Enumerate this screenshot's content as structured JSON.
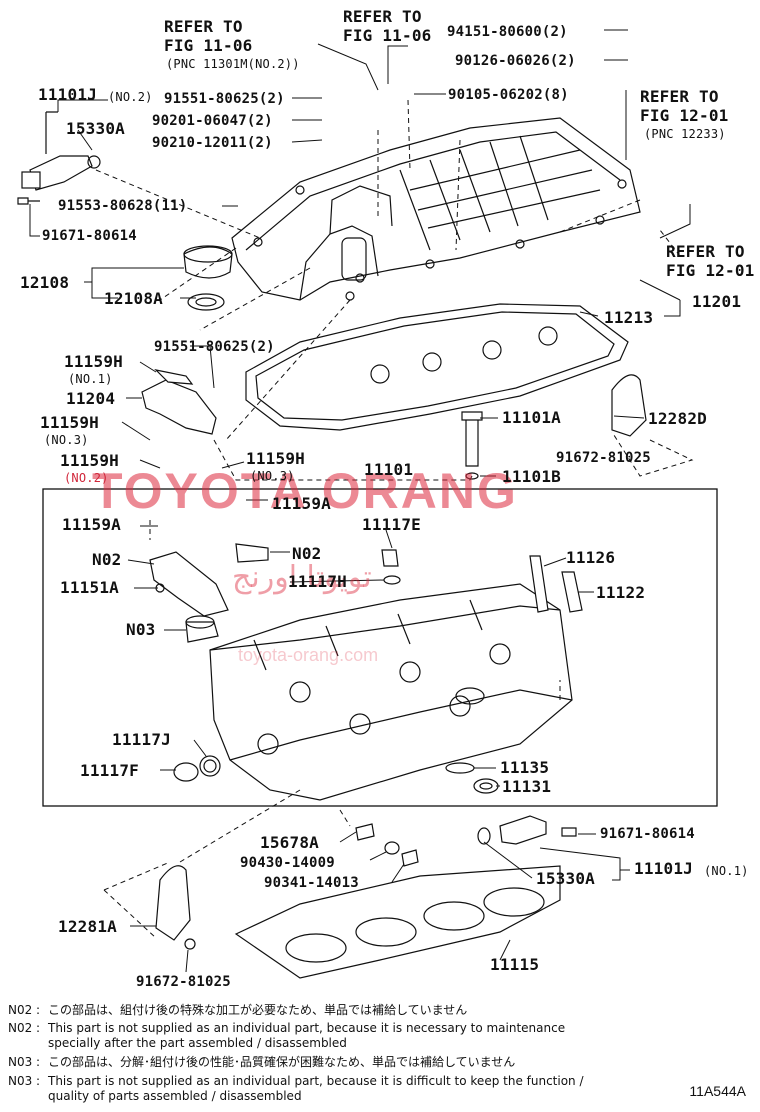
{
  "diagram_code": "11A544A",
  "watermark": {
    "text": "TOYOTA ORANG",
    "arabic": "تويوتا اورنج",
    "url": "toyota-orang.com"
  },
  "labels": {
    "refer_1101_a": "REFER TO",
    "refer_1101_b": "FIG 11-06",
    "refer_1101_c": "(PNC 11301M(NO.2))",
    "refer_1106_a": "REFER TO",
    "refer_1106_b": "FIG 11-06",
    "p94151": "94151-80600(2)",
    "p90126": "90126-06026(2)",
    "p11101j_no2": "11101J",
    "p11101j_no2_sub": "(NO.2)",
    "p15330a_top": "15330A",
    "p91551_top": "91551-80625(2)",
    "p90201": "90201-06047(2)",
    "p90210": "90210-12011(2)",
    "p90105": "90105-06202(8)",
    "refer_1201_a": "REFER TO",
    "refer_1201_b": "FIG 12-01",
    "refer_1201_c": "(PNC 12233)",
    "p91553": "91553-80628(11)",
    "p91671_top": "91671-80614",
    "refer_1201b_a": "REFER TO",
    "refer_1201b_b": "FIG 12-01",
    "p12108": "12108",
    "p12108a": "12108A",
    "p11201": "11201",
    "p11213": "11213",
    "p91551_mid": "91551-80625(2)",
    "p11159h_no1": "11159H",
    "p11159h_no1_sub": "(NO.1)",
    "p11204": "11204",
    "p11159h_no3a": "11159H",
    "p11159h_no3a_sub": "(NO.3)",
    "p11159h_no2": "11159H",
    "p11159h_no2_sub": "(NO.2)",
    "p11159h_no3b": "11159H",
    "p11159h_no3b_sub": "(NO.3)",
    "p11101a": "11101A",
    "p12282d": "12282D",
    "p91672_top": "91672-81025",
    "p11101": "11101",
    "p11101b": "11101B",
    "p11159a_right": "11159A",
    "p11159a_left": "11159A",
    "p11117e": "11117E",
    "p_no2_left": "N02",
    "p_no2_right": "N02",
    "p11126": "11126",
    "p11151a": "11151A",
    "p11117h": "11117H",
    "p11122": "11122",
    "p_no3": "N03",
    "p11117j": "11117J",
    "p11117f": "11117F",
    "p11135": "11135",
    "p11131": "11131",
    "p15678a": "15678A",
    "p91671_bot": "91671-80614",
    "p90430": "90430-14009",
    "p11101j_no1": "11101J",
    "p11101j_no1_sub": "(NO.1)",
    "p90341": "90341-14013",
    "p15330a_bot": "15330A",
    "p12281a": "12281A",
    "p11115": "11115",
    "p91672_bot": "91672-81025"
  },
  "notes": [
    {
      "tag": "N02 :",
      "lines": [
        "この部品は、組付け後の特殊な加工が必要なため、単品では補給していません"
      ]
    },
    {
      "tag": "N02 :",
      "lines": [
        "This part is not supplied as an individual part, because it is necessary to maintenance",
        "specially after the part assembled / disassembled"
      ]
    },
    {
      "tag": "N03 :",
      "lines": [
        "この部品は、分解･組付け後の性能･品質確保が困難なため、単品では補給していません"
      ]
    },
    {
      "tag": "N03 :",
      "lines": [
        "This part is not supplied as an individual part, because it is difficult to keep the function /",
        "quality of parts  assembled / disassembled"
      ]
    }
  ]
}
